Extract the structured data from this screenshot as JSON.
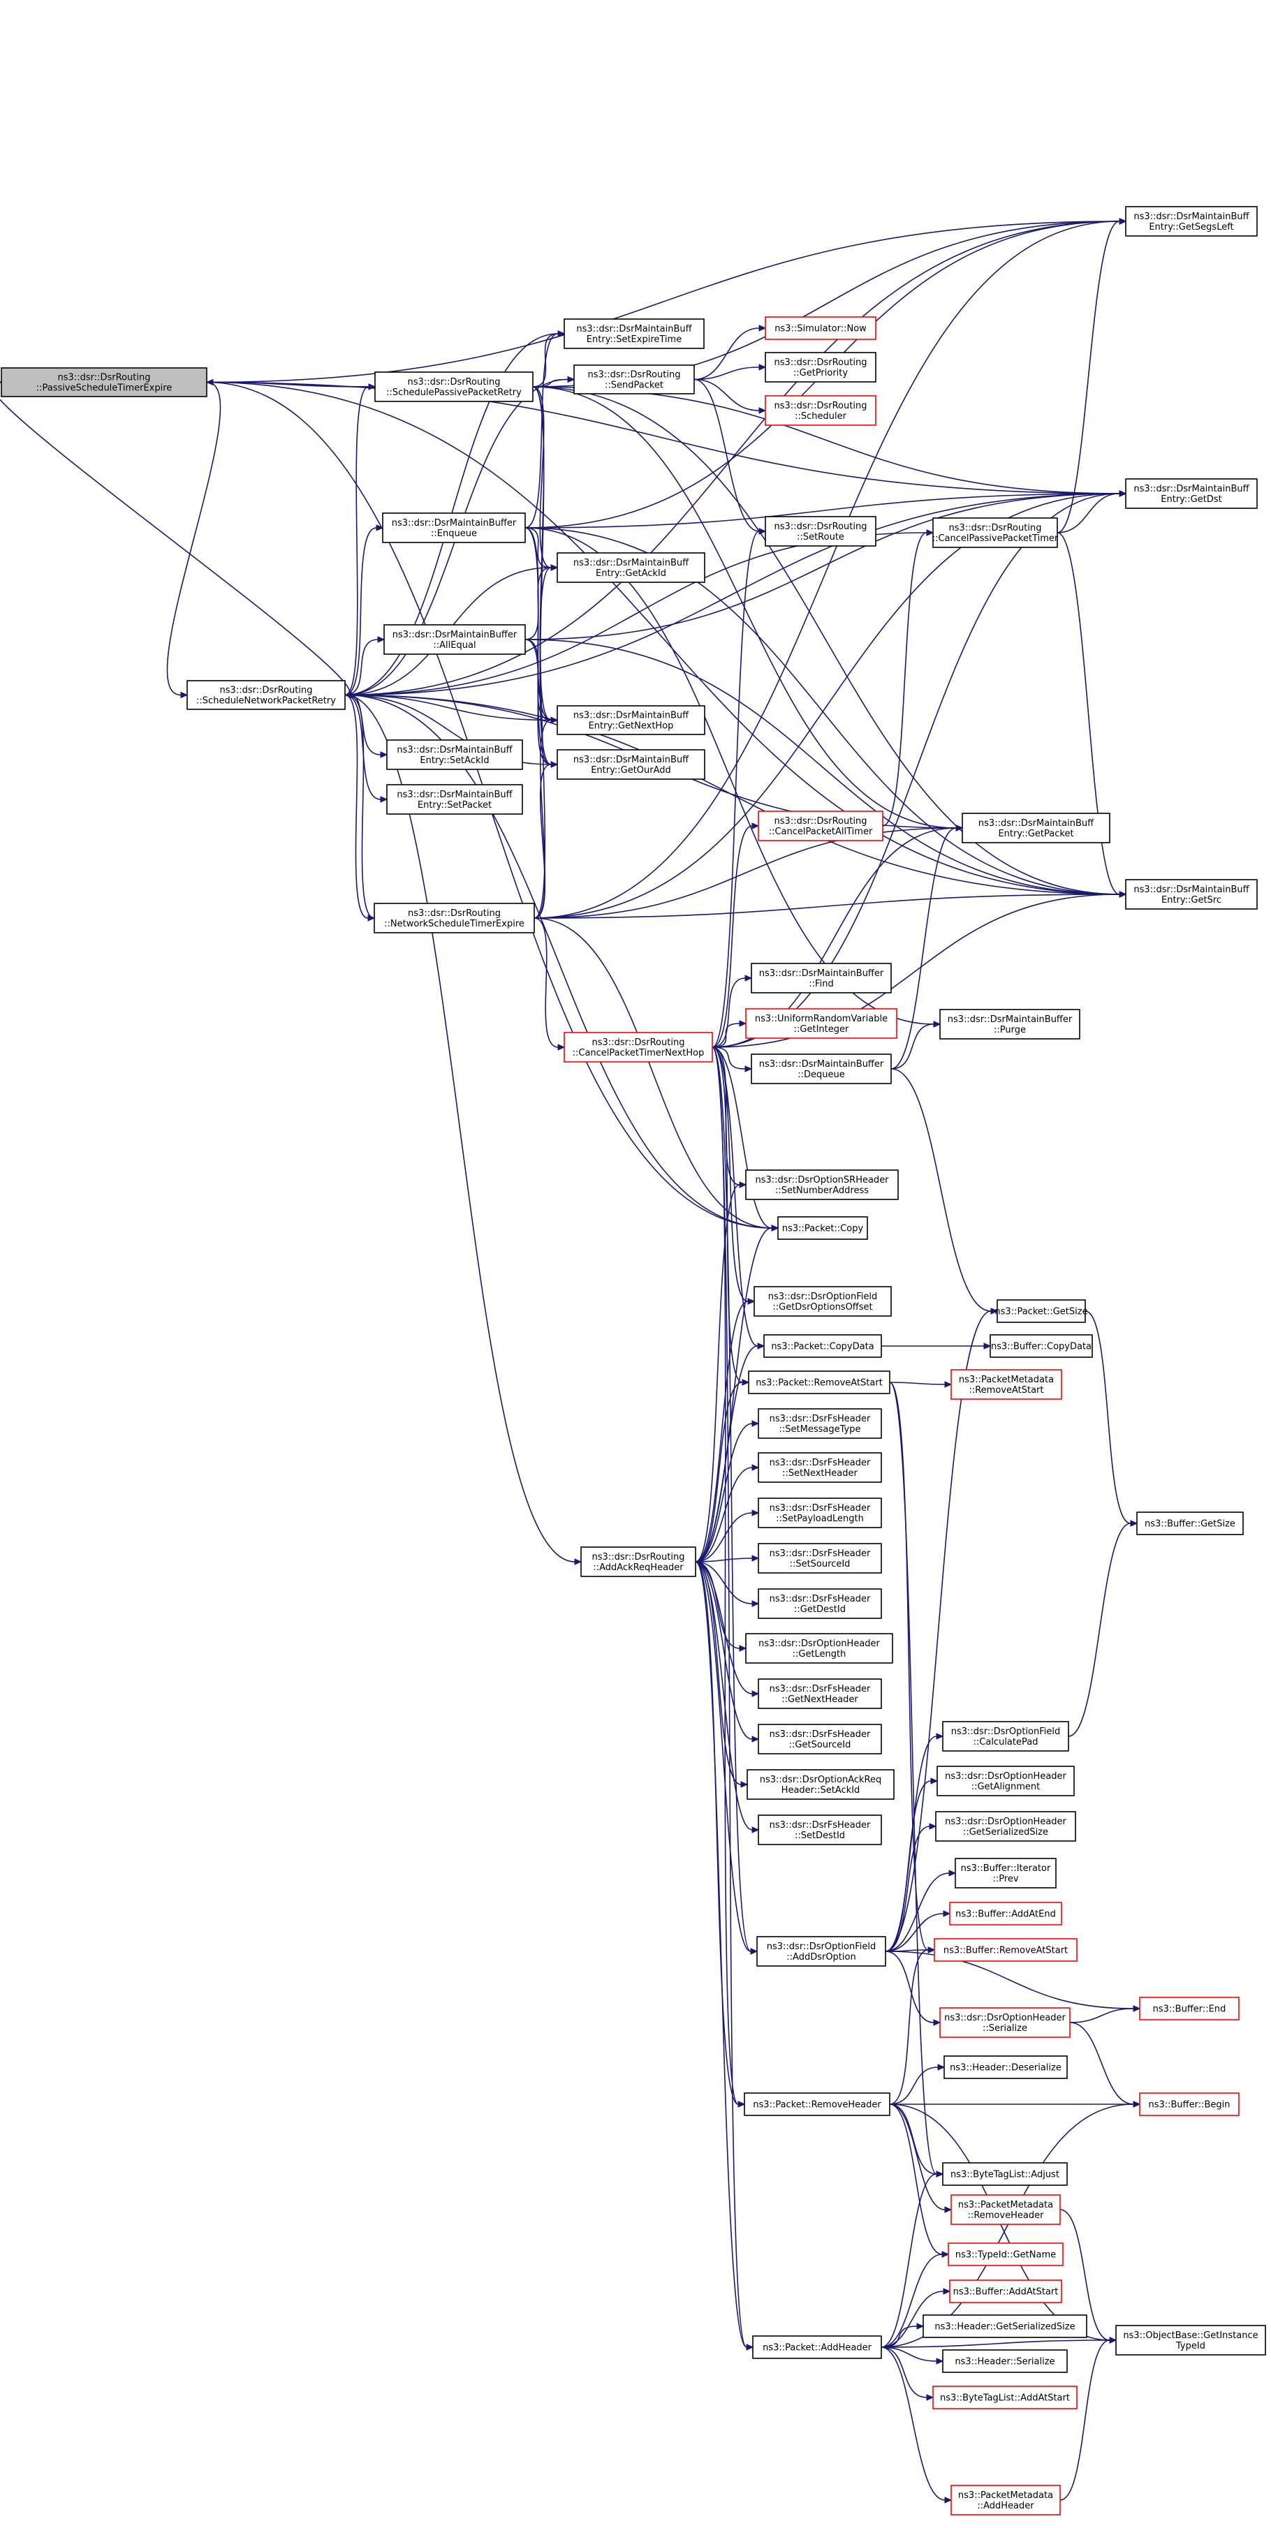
{
  "graph": {
    "colors": {
      "edge": "#191970",
      "node_border": "#000000",
      "node_border_truncated": "#ff0000",
      "root_fill": "#bfbfbf"
    },
    "nodes": [
      {
        "id": "root",
        "lines": [
          "ns3::dsr::DsrRouting",
          "::PassiveScheduleTimerExpire"
        ],
        "style": "root"
      },
      {
        "id": "sched_passive",
        "lines": [
          "ns3::dsr::DsrRouting",
          "::SchedulePassivePacketRetry"
        ],
        "style": "normal"
      },
      {
        "id": "sched_net",
        "lines": [
          "ns3::dsr::DsrRouting",
          "::ScheduleNetworkPacketRetry"
        ],
        "style": "normal"
      },
      {
        "id": "net_timer",
        "lines": [
          "ns3::dsr::DsrRouting",
          "::NetworkScheduleTimerExpire"
        ],
        "style": "normal"
      },
      {
        "id": "enqueue",
        "lines": [
          "ns3::dsr::DsrMaintainBuffer",
          "::Enqueue"
        ],
        "style": "normal"
      },
      {
        "id": "allequal",
        "lines": [
          "ns3::dsr::DsrMaintainBuffer",
          "::AllEqual"
        ],
        "style": "normal"
      },
      {
        "id": "setackid",
        "lines": [
          "ns3::dsr::DsrMaintainBuff",
          "Entry::SetAckId"
        ],
        "style": "normal"
      },
      {
        "id": "setpacket",
        "lines": [
          "ns3::dsr::DsrMaintainBuff",
          "Entry::SetPacket"
        ],
        "style": "normal"
      },
      {
        "id": "setexpire",
        "lines": [
          "ns3::dsr::DsrMaintainBuff",
          "Entry::SetExpireTime"
        ],
        "style": "normal"
      },
      {
        "id": "sendpacket",
        "lines": [
          "ns3::dsr::DsrRouting",
          "::SendPacket"
        ],
        "style": "normal"
      },
      {
        "id": "getackid",
        "lines": [
          "ns3::dsr::DsrMaintainBuff",
          "Entry::GetAckId"
        ],
        "style": "normal"
      },
      {
        "id": "getnexthop",
        "lines": [
          "ns3::dsr::DsrMaintainBuff",
          "Entry::GetNextHop"
        ],
        "style": "normal"
      },
      {
        "id": "getouradd",
        "lines": [
          "ns3::dsr::DsrMaintainBuff",
          "Entry::GetOurAdd"
        ],
        "style": "normal"
      },
      {
        "id": "now",
        "lines": [
          "ns3::Simulator::Now"
        ],
        "style": "red"
      },
      {
        "id": "getpriority",
        "lines": [
          "ns3::dsr::DsrRouting",
          "::GetPriority"
        ],
        "style": "normal"
      },
      {
        "id": "scheduler",
        "lines": [
          "ns3::dsr::DsrRouting",
          "::Scheduler"
        ],
        "style": "red"
      },
      {
        "id": "setroute",
        "lines": [
          "ns3::dsr::DsrRouting",
          "::SetRoute"
        ],
        "style": "normal"
      },
      {
        "id": "cancelpassive",
        "lines": [
          "ns3::dsr::DsrRouting",
          "::CancelPassivePacketTimer"
        ],
        "style": "normal"
      },
      {
        "id": "getsegsleft",
        "lines": [
          "ns3::dsr::DsrMaintainBuff",
          "Entry::GetSegsLeft"
        ],
        "style": "normal"
      },
      {
        "id": "getdst",
        "lines": [
          "ns3::dsr::DsrMaintainBuff",
          "Entry::GetDst"
        ],
        "style": "normal"
      },
      {
        "id": "getsrc",
        "lines": [
          "ns3::dsr::DsrMaintainBuff",
          "Entry::GetSrc"
        ],
        "style": "normal"
      },
      {
        "id": "getpacket",
        "lines": [
          "ns3::dsr::DsrMaintainBuff",
          "Entry::GetPacket"
        ],
        "style": "normal"
      },
      {
        "id": "cancelall",
        "lines": [
          "ns3::dsr::DsrRouting",
          "::CancelPacketAllTimer"
        ],
        "style": "red"
      },
      {
        "id": "cancelnexthop",
        "lines": [
          "ns3::dsr::DsrRouting",
          "::CancelPacketTimerNextHop"
        ],
        "style": "red"
      },
      {
        "id": "find",
        "lines": [
          "ns3::dsr::DsrMaintainBuffer",
          "::Find"
        ],
        "style": "normal"
      },
      {
        "id": "getinteger",
        "lines": [
          "ns3::UniformRandomVariable",
          "::GetInteger"
        ],
        "style": "red"
      },
      {
        "id": "dequeue",
        "lines": [
          "ns3::dsr::DsrMaintainBuffer",
          "::Dequeue"
        ],
        "style": "normal"
      },
      {
        "id": "purge",
        "lines": [
          "ns3::dsr::DsrMaintainBuffer",
          "::Purge"
        ],
        "style": "normal"
      },
      {
        "id": "setnumaddr",
        "lines": [
          "ns3::dsr::DsrOptionSRHeader",
          "::SetNumberAddress"
        ],
        "style": "normal"
      },
      {
        "id": "copy",
        "lines": [
          "ns3::Packet::Copy"
        ],
        "style": "normal"
      },
      {
        "id": "getdsroptoffset",
        "lines": [
          "ns3::dsr::DsrOptionField",
          "::GetDsrOptionsOffset"
        ],
        "style": "normal"
      },
      {
        "id": "copydata",
        "lines": [
          "ns3::Packet::CopyData"
        ],
        "style": "normal"
      },
      {
        "id": "removeatstart",
        "lines": [
          "ns3::Packet::RemoveAtStart"
        ],
        "style": "normal"
      },
      {
        "id": "pktgetsize",
        "lines": [
          "ns3::Packet::GetSize"
        ],
        "style": "normal"
      },
      {
        "id": "bufcopydata",
        "lines": [
          "ns3::Buffer::CopyData"
        ],
        "style": "normal"
      },
      {
        "id": "pmremoveatstart",
        "lines": [
          "ns3::PacketMetadata",
          "::RemoveAtStart"
        ],
        "style": "red"
      },
      {
        "id": "bufgetsize",
        "lines": [
          "ns3::Buffer::GetSize"
        ],
        "style": "normal"
      },
      {
        "id": "setmsgtype",
        "lines": [
          "ns3::dsr::DsrFsHeader",
          "::SetMessageType"
        ],
        "style": "normal"
      },
      {
        "id": "setnexthdr",
        "lines": [
          "ns3::dsr::DsrFsHeader",
          "::SetNextHeader"
        ],
        "style": "normal"
      },
      {
        "id": "setpayload",
        "lines": [
          "ns3::dsr::DsrFsHeader",
          "::SetPayloadLength"
        ],
        "style": "normal"
      },
      {
        "id": "setsourceid",
        "lines": [
          "ns3::dsr::DsrFsHeader",
          "::SetSourceId"
        ],
        "style": "normal"
      },
      {
        "id": "addackreq",
        "lines": [
          "ns3::dsr::DsrRouting",
          "::AddAckReqHeader"
        ],
        "style": "normal"
      },
      {
        "id": "getdestid",
        "lines": [
          "ns3::dsr::DsrFsHeader",
          "::GetDestId"
        ],
        "style": "normal"
      },
      {
        "id": "getlength",
        "lines": [
          "ns3::dsr::DsrOptionHeader",
          "::GetLength"
        ],
        "style": "normal"
      },
      {
        "id": "getnexthdr",
        "lines": [
          "ns3::dsr::DsrFsHeader",
          "::GetNextHeader"
        ],
        "style": "normal"
      },
      {
        "id": "getsourceid",
        "lines": [
          "ns3::dsr::DsrFsHeader",
          "::GetSourceId"
        ],
        "style": "normal"
      },
      {
        "id": "optsetackid",
        "lines": [
          "ns3::dsr::DsrOptionAckReq",
          "Header::SetAckId"
        ],
        "style": "normal"
      },
      {
        "id": "setdestid",
        "lines": [
          "ns3::dsr::DsrFsHeader",
          "::SetDestId"
        ],
        "style": "normal"
      },
      {
        "id": "calcpad",
        "lines": [
          "ns3::dsr::DsrOptionField",
          "::CalculatePad"
        ],
        "style": "normal"
      },
      {
        "id": "getalign",
        "lines": [
          "ns3::dsr::DsrOptionHeader",
          "::GetAlignment"
        ],
        "style": "normal"
      },
      {
        "id": "getsersize",
        "lines": [
          "ns3::dsr::DsrOptionHeader",
          "::GetSerializedSize"
        ],
        "style": "normal"
      },
      {
        "id": "iterprev",
        "lines": [
          "ns3::Buffer::Iterator",
          "::Prev"
        ],
        "style": "normal"
      },
      {
        "id": "addatend",
        "lines": [
          "ns3::Buffer::AddAtEnd"
        ],
        "style": "red"
      },
      {
        "id": "adddsroption",
        "lines": [
          "ns3::dsr::DsrOptionField",
          "::AddDsrOption"
        ],
        "style": "normal"
      },
      {
        "id": "bufremoveatstart",
        "lines": [
          "ns3::Buffer::RemoveAtStart"
        ],
        "style": "red"
      },
      {
        "id": "bufend",
        "lines": [
          "ns3::Buffer::End"
        ],
        "style": "red"
      },
      {
        "id": "optserialize",
        "lines": [
          "ns3::dsr::DsrOptionHeader",
          "::Serialize"
        ],
        "style": "red"
      },
      {
        "id": "hdrdeserialize",
        "lines": [
          "ns3::Header::Deserialize"
        ],
        "style": "normal"
      },
      {
        "id": "removeheader",
        "lines": [
          "ns3::Packet::RemoveHeader"
        ],
        "style": "normal"
      },
      {
        "id": "bufbegin",
        "lines": [
          "ns3::Buffer::Begin"
        ],
        "style": "red"
      },
      {
        "id": "adjust",
        "lines": [
          "ns3::ByteTagList::Adjust"
        ],
        "style": "normal"
      },
      {
        "id": "pmremoveheader",
        "lines": [
          "ns3::PacketMetadata",
          "::RemoveHeader"
        ],
        "style": "red"
      },
      {
        "id": "typeidname",
        "lines": [
          "ns3::TypeId::GetName"
        ],
        "style": "red"
      },
      {
        "id": "bufaddatstart",
        "lines": [
          "ns3::Buffer::AddAtStart"
        ],
        "style": "red"
      },
      {
        "id": "hdrgetsersize",
        "lines": [
          "ns3::Header::GetSerializedSize"
        ],
        "style": "normal"
      },
      {
        "id": "addheader",
        "lines": [
          "ns3::Packet::AddHeader"
        ],
        "style": "normal"
      },
      {
        "id": "getinsttypeid",
        "lines": [
          "ns3::ObjectBase::GetInstance",
          "TypeId"
        ],
        "style": "normal"
      },
      {
        "id": "hdrserialize",
        "lines": [
          "ns3::Header::Serialize"
        ],
        "style": "normal"
      },
      {
        "id": "btaddatstart",
        "lines": [
          "ns3::ByteTagList::AddAtStart"
        ],
        "style": "red"
      },
      {
        "id": "pmaddheader",
        "lines": [
          "ns3::PacketMetadata",
          "::AddHeader"
        ],
        "style": "red"
      }
    ],
    "edges": [
      [
        "root",
        "sched_passive"
      ],
      [
        "root",
        "sched_net"
      ],
      [
        "root",
        "copy"
      ],
      [
        "root",
        "getsegsleft"
      ],
      [
        "root",
        "getdst"
      ],
      [
        "root",
        "getsrc"
      ],
      [
        "sched_passive",
        "root"
      ],
      [
        "sched_passive",
        "setexpire"
      ],
      [
        "sched_passive",
        "sendpacket"
      ],
      [
        "sched_passive",
        "getackid"
      ],
      [
        "sched_passive",
        "getnexthop"
      ],
      [
        "sched_passive",
        "getouradd"
      ],
      [
        "sched_passive",
        "getsegsleft"
      ],
      [
        "sched_passive",
        "getdst"
      ],
      [
        "sched_passive",
        "getsrc"
      ],
      [
        "sched_passive",
        "getpacket"
      ],
      [
        "sendpacket",
        "now"
      ],
      [
        "sendpacket",
        "getpriority"
      ],
      [
        "sendpacket",
        "scheduler"
      ],
      [
        "sendpacket",
        "setroute"
      ],
      [
        "sched_net",
        "root"
      ],
      [
        "sched_net",
        "sched_passive"
      ],
      [
        "sched_net",
        "enqueue"
      ],
      [
        "sched_net",
        "allequal"
      ],
      [
        "sched_net",
        "setackid"
      ],
      [
        "sched_net",
        "setpacket"
      ],
      [
        "sched_net",
        "net_timer"
      ],
      [
        "sched_net",
        "setexpire"
      ],
      [
        "sched_net",
        "sendpacket"
      ],
      [
        "sched_net",
        "getackid"
      ],
      [
        "sched_net",
        "getnexthop"
      ],
      [
        "sched_net",
        "getouradd"
      ],
      [
        "sched_net",
        "cancelpassive"
      ],
      [
        "sched_net",
        "getpacket"
      ],
      [
        "sched_net",
        "addackreq"
      ],
      [
        "sched_net",
        "copy"
      ],
      [
        "sched_net",
        "getsegsleft"
      ],
      [
        "sched_net",
        "getdst"
      ],
      [
        "sched_net",
        "getsrc"
      ],
      [
        "enqueue",
        "setexpire"
      ],
      [
        "enqueue",
        "getackid"
      ],
      [
        "enqueue",
        "getnexthop"
      ],
      [
        "enqueue",
        "getouradd"
      ],
      [
        "enqueue",
        "getsegsleft"
      ],
      [
        "enqueue",
        "getdst"
      ],
      [
        "enqueue",
        "getsrc"
      ],
      [
        "enqueue",
        "purge"
      ],
      [
        "allequal",
        "getackid"
      ],
      [
        "allequal",
        "getnexthop"
      ],
      [
        "allequal",
        "getouradd"
      ],
      [
        "allequal",
        "getdst"
      ],
      [
        "allequal",
        "getsrc"
      ],
      [
        "net_timer",
        "sched_net"
      ],
      [
        "net_timer",
        "getackid"
      ],
      [
        "net_timer",
        "getnexthop"
      ],
      [
        "net_timer",
        "getouradd"
      ],
      [
        "net_timer",
        "getpacket"
      ],
      [
        "net_timer",
        "cancelnexthop"
      ],
      [
        "net_timer",
        "copy"
      ],
      [
        "net_timer",
        "getsegsleft"
      ],
      [
        "net_timer",
        "getdst"
      ],
      [
        "net_timer",
        "getsrc"
      ],
      [
        "cancelpassive",
        "getsegsleft"
      ],
      [
        "cancelpassive",
        "getdst"
      ],
      [
        "cancelpassive",
        "getsrc"
      ],
      [
        "cancelall",
        "cancelpassive"
      ],
      [
        "cancelnexthop",
        "cancelall"
      ],
      [
        "cancelnexthop",
        "getpacket"
      ],
      [
        "cancelnexthop",
        "find"
      ],
      [
        "cancelnexthop",
        "getinteger"
      ],
      [
        "cancelnexthop",
        "dequeue"
      ],
      [
        "cancelnexthop",
        "setroute"
      ],
      [
        "cancelnexthop",
        "setnumaddr"
      ],
      [
        "cancelnexthop",
        "copy"
      ],
      [
        "cancelnexthop",
        "getdsroptoffset"
      ],
      [
        "cancelnexthop",
        "copydata"
      ],
      [
        "cancelnexthop",
        "removeatstart"
      ],
      [
        "cancelnexthop",
        "removeheader"
      ],
      [
        "cancelnexthop",
        "adddsroption"
      ],
      [
        "cancelnexthop",
        "addheader"
      ],
      [
        "cancelnexthop",
        "getdst"
      ],
      [
        "cancelnexthop",
        "getsrc"
      ],
      [
        "dequeue",
        "getpacket"
      ],
      [
        "dequeue",
        "purge"
      ],
      [
        "dequeue",
        "pktgetsize"
      ],
      [
        "copydata",
        "bufcopydata"
      ],
      [
        "removeatstart",
        "pmremoveatstart"
      ],
      [
        "removeatstart",
        "bufremoveatstart"
      ],
      [
        "removeatstart",
        "adjust"
      ],
      [
        "pktgetsize",
        "bufgetsize"
      ],
      [
        "addackreq",
        "setnumaddr"
      ],
      [
        "addackreq",
        "copy"
      ],
      [
        "addackreq",
        "getdsroptoffset"
      ],
      [
        "addackreq",
        "copydata"
      ],
      [
        "addackreq",
        "removeatstart"
      ],
      [
        "addackreq",
        "setmsgtype"
      ],
      [
        "addackreq",
        "setnexthdr"
      ],
      [
        "addackreq",
        "setpayload"
      ],
      [
        "addackreq",
        "setsourceid"
      ],
      [
        "addackreq",
        "getdestid"
      ],
      [
        "addackreq",
        "getlength"
      ],
      [
        "addackreq",
        "getnexthdr"
      ],
      [
        "addackreq",
        "getsourceid"
      ],
      [
        "addackreq",
        "optsetackid"
      ],
      [
        "addackreq",
        "setdestid"
      ],
      [
        "addackreq",
        "adddsroption"
      ],
      [
        "addackreq",
        "removeheader"
      ],
      [
        "addackreq",
        "addheader"
      ],
      [
        "calcpad",
        "bufgetsize"
      ],
      [
        "adddsroption",
        "calcpad"
      ],
      [
        "adddsroption",
        "getalign"
      ],
      [
        "adddsroption",
        "getsersize"
      ],
      [
        "adddsroption",
        "iterprev"
      ],
      [
        "adddsroption",
        "addatend"
      ],
      [
        "adddsroption",
        "bufremoveatstart"
      ],
      [
        "adddsroption",
        "bufend"
      ],
      [
        "adddsroption",
        "optserialize"
      ],
      [
        "adddsroption",
        "pktgetsize"
      ],
      [
        "optserialize",
        "bufend"
      ],
      [
        "optserialize",
        "bufbegin"
      ],
      [
        "removeheader",
        "hdrdeserialize"
      ],
      [
        "removeheader",
        "bufremoveatstart"
      ],
      [
        "removeheader",
        "bufbegin"
      ],
      [
        "removeheader",
        "adjust"
      ],
      [
        "removeheader",
        "pmremoveheader"
      ],
      [
        "removeheader",
        "typeidname"
      ],
      [
        "removeheader",
        "getinsttypeid"
      ],
      [
        "pmremoveheader",
        "getinsttypeid"
      ],
      [
        "addheader",
        "adjust"
      ],
      [
        "addheader",
        "typeidname"
      ],
      [
        "addheader",
        "bufaddatstart"
      ],
      [
        "addheader",
        "hdrgetsersize"
      ],
      [
        "addheader",
        "hdrserialize"
      ],
      [
        "addheader",
        "btaddatstart"
      ],
      [
        "addheader",
        "pmaddheader"
      ],
      [
        "addheader",
        "getinsttypeid"
      ],
      [
        "addheader",
        "bufbegin"
      ],
      [
        "pmaddheader",
        "getinsttypeid"
      ]
    ]
  }
}
